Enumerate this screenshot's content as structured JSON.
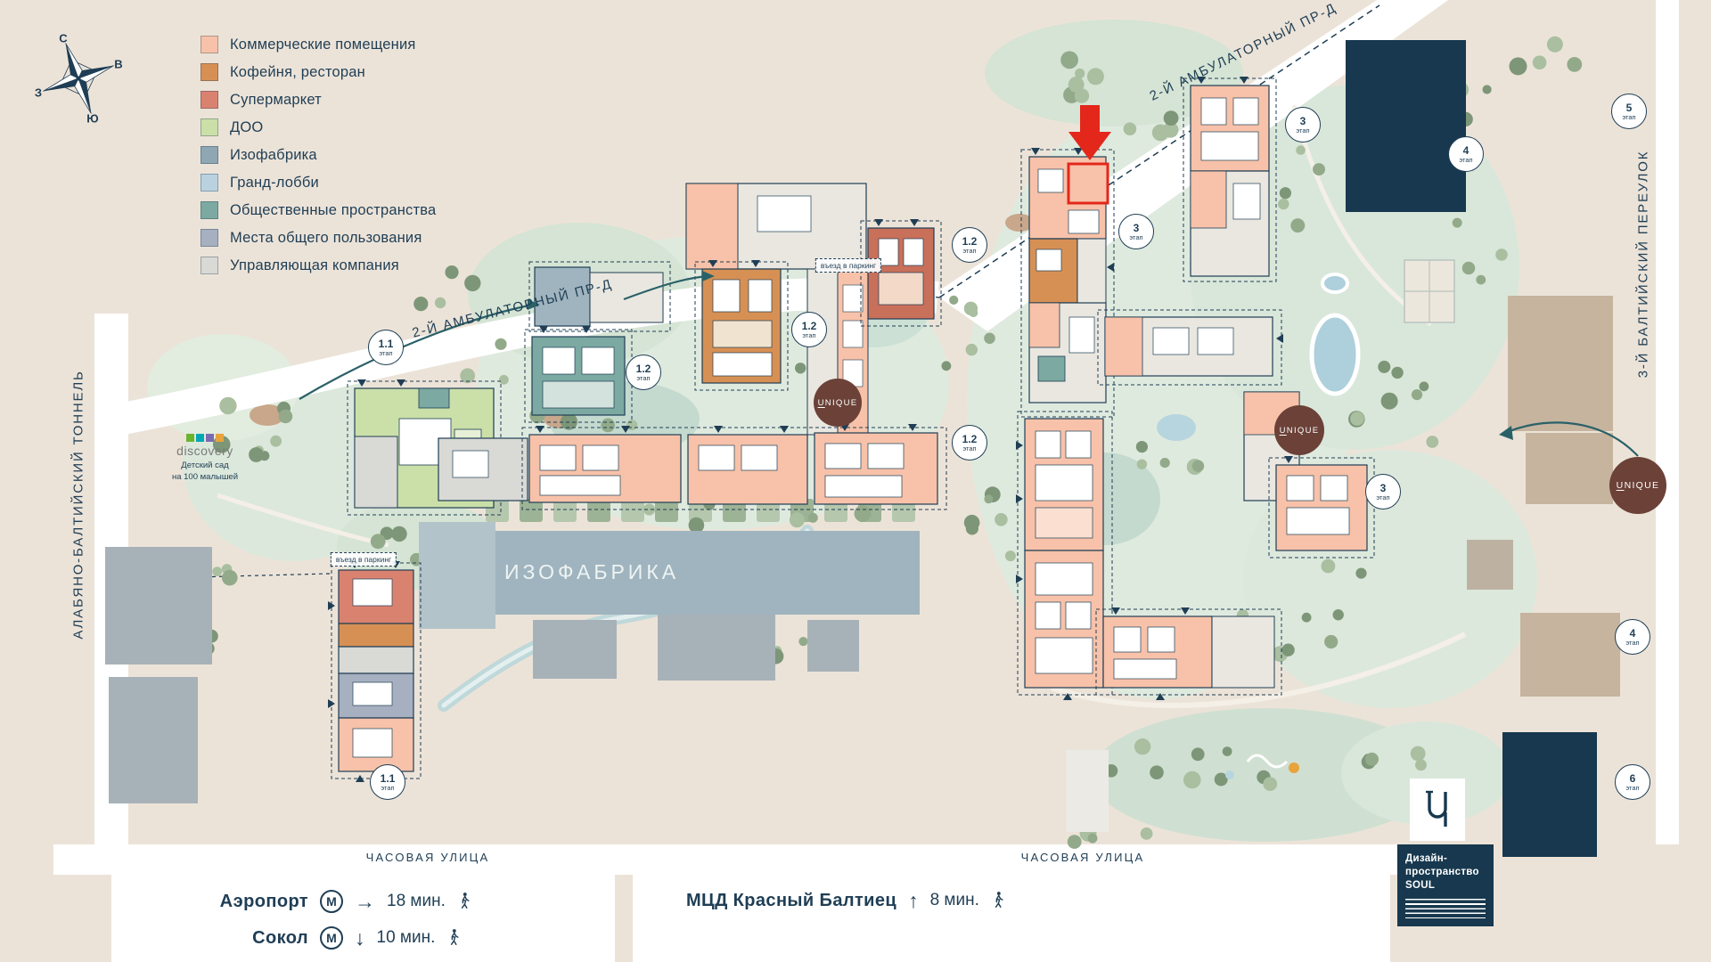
{
  "compass": {
    "north": "С",
    "east": "В",
    "south": "Ю",
    "west": "З"
  },
  "legend": {
    "items": [
      {
        "label": "Коммерческие помещения",
        "color": "#f7c2a9"
      },
      {
        "label": "Кофейня, ресторан",
        "color": "#d79054"
      },
      {
        "label": "Супермаркет",
        "color": "#da8270"
      },
      {
        "label": "ДОО",
        "color": "#cbdfa9"
      },
      {
        "label": "Изофабрика",
        "color": "#8ea7b2"
      },
      {
        "label": "Гранд-лобби",
        "color": "#bad2e0"
      },
      {
        "label": "Общественные пространства",
        "color": "#7ca9a1"
      },
      {
        "label": "Места общего пользования",
        "color": "#a7b0c0"
      },
      {
        "label": "Управляющая компания",
        "color": "#d9d9d5"
      }
    ]
  },
  "streets": {
    "ambulatorny": "2-Й АМБУЛАТОРНЫЙ ПР-Д",
    "tunnel": "АЛАБЯНО-БАЛТИЙСКИЙ ТОННЕЛЬ",
    "baltic_lane": "3-Й БАЛТИЙСКИЙ ПЕРЕУЛОК",
    "chasovaya": "ЧАСОВАЯ УЛИЦА"
  },
  "map_labels": {
    "izofabrika": "ИЗОФАБРИКА",
    "parking_entrance": "въезд в паркинг",
    "badge_suffix": "этап"
  },
  "badges": [
    "1.1",
    "1.2",
    "1.2",
    "1.2",
    "1.2",
    "3",
    "3",
    "3",
    "4",
    "5",
    "4",
    "6",
    "1.1"
  ],
  "unique": {
    "first_letter": "U",
    "rest": "NIQUE"
  },
  "discovery": {
    "brand": "discovery",
    "caption_line1": "Детский сад",
    "caption_line2": "на 100 малышей",
    "square_colors": [
      "#69b42e",
      "#00a7b5",
      "#7c6bb0",
      "#e8a33d"
    ]
  },
  "transit": {
    "metro_letter": "М",
    "airport": {
      "name": "Аэропорт",
      "time": "18 мин.",
      "arrow": "→"
    },
    "sokol": {
      "name": "Сокол",
      "time": "10 мин.",
      "arrow": "↓"
    },
    "mcd": {
      "name": "МЦД Красный Балтиец",
      "time": "8 мин.",
      "arrow": "↑"
    }
  },
  "soul": {
    "line1": "Дизайн-",
    "line2": "пространство",
    "line3": "SOUL"
  },
  "colors": {
    "navy": "#1f3e55",
    "unique_brown": "#6b4138",
    "highlight_red": "#e3271b"
  }
}
